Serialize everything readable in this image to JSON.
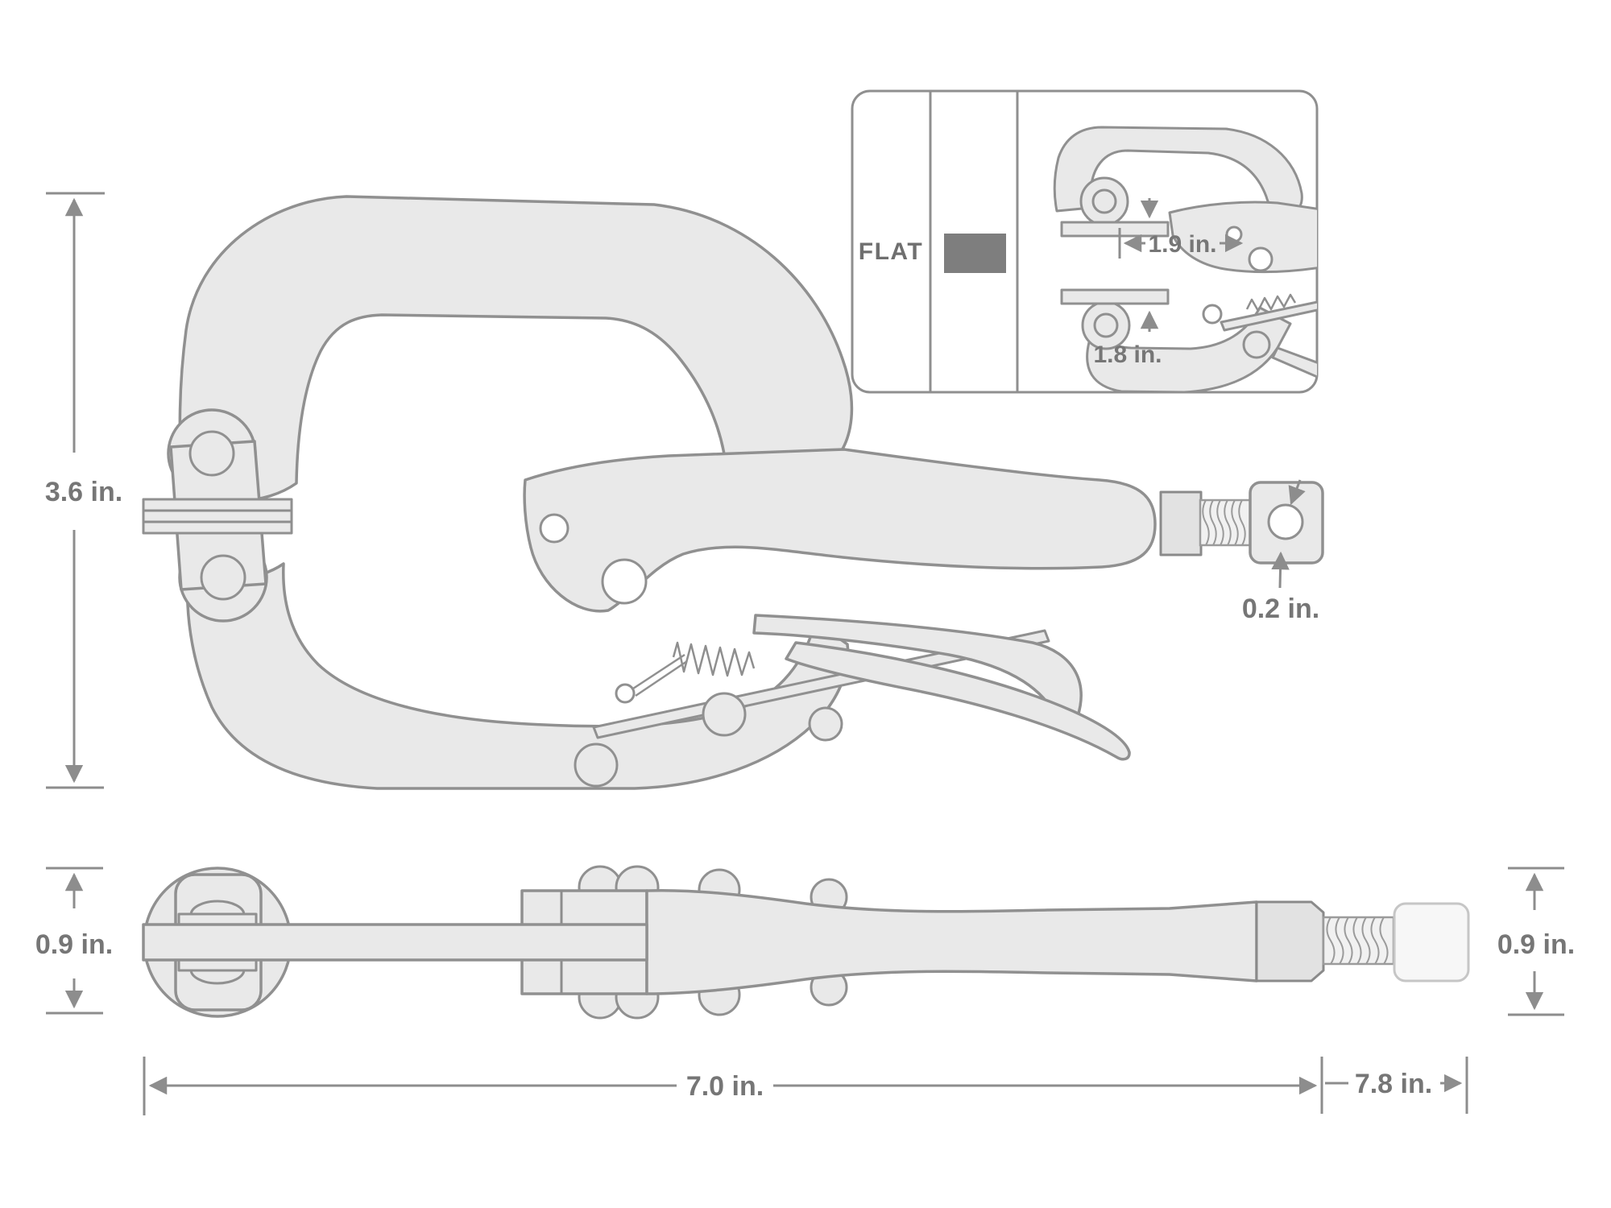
{
  "side_view": {
    "height_label": "3.6 in.",
    "screw_hole_label": "0.2 in."
  },
  "inset": {
    "jaw_type_label": "FLAT",
    "opening_width_label": "1.9 in.",
    "opening_height_label": "1.8 in."
  },
  "bottom_view": {
    "pad_height_label": "0.9 in.",
    "knob_height_label": "0.9 in.",
    "jaw_length_label": "7.0 in.",
    "handle_length_label": "7.8 in."
  },
  "colors": {
    "part_fill": "#e9e9e9",
    "outline": "#909090",
    "dimension": "#8d8d8d",
    "label_text": "#767676",
    "swatch": "#7e7e7e",
    "background": "#ffffff"
  }
}
